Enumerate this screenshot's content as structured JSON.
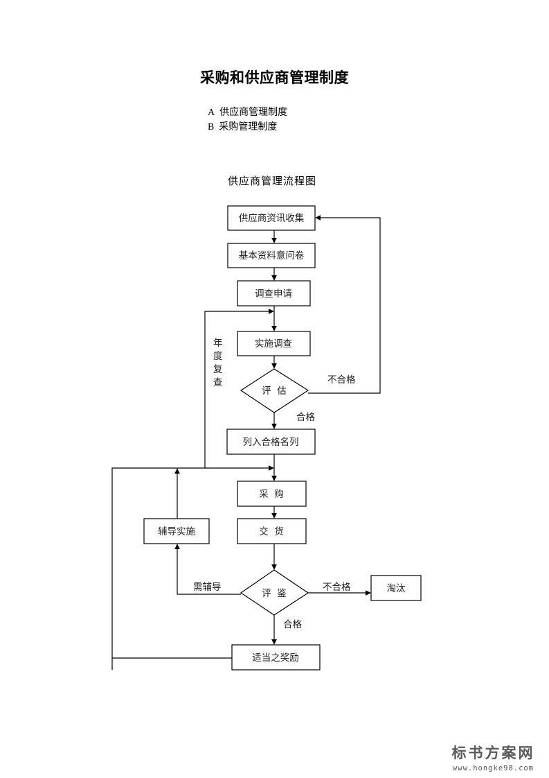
{
  "document": {
    "title": "采购和供应商管理制度",
    "toc": [
      {
        "letter": "A",
        "label": "供应商管理制度"
      },
      {
        "letter": "B",
        "label": "采购管理制度"
      }
    ]
  },
  "flowchart": {
    "title": "供应商管理流程图",
    "nodes": {
      "collect": "供应商资讯收集",
      "questionnaire": "基本资料意问卷",
      "apply": "调查申请",
      "survey": "实施调查",
      "evaluate": "评  估",
      "qualified_list": "列入合格名列",
      "purchase": "采  购",
      "delivery": "交  货",
      "coaching": "辅导实施",
      "appraise": "评  鉴",
      "eliminate": "淘汰",
      "reward": "适当之奖励"
    },
    "edge_labels": {
      "evaluate_fail": "不合格",
      "evaluate_pass": "合格",
      "annual_review": [
        "年",
        "度",
        "复",
        "查"
      ],
      "appraise_coach": "需辅导",
      "appraise_fail": "不合格",
      "appraise_pass": "合格"
    }
  },
  "watermark": {
    "brand": "标书方案网",
    "url": "www.hongke98.com"
  }
}
